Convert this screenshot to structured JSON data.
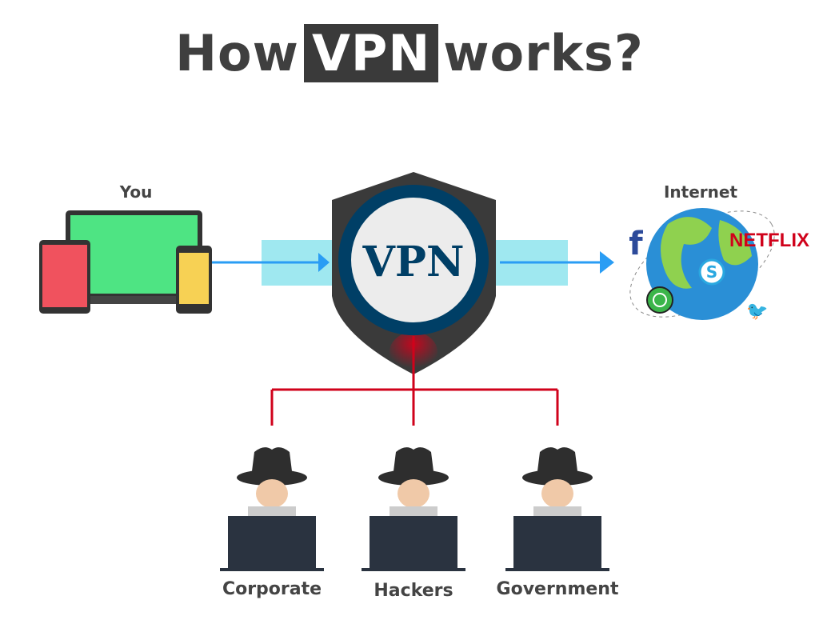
{
  "title": {
    "before": "How",
    "highlight": "VPN",
    "after": "works?"
  },
  "nodes": {
    "you": "You",
    "vpn": "VPN",
    "internet": "Internet"
  },
  "internet_logos": [
    "facebook-icon",
    "netflix-logo",
    "skype-icon",
    "whatsapp-icon",
    "twitter-icon"
  ],
  "netflix_text": "NETFLIX",
  "observers": [
    {
      "label": "Corporate"
    },
    {
      "label": "Hackers"
    },
    {
      "label": "Government"
    }
  ],
  "colors": {
    "title": "#3f3f3f",
    "vpn_ring": "#003f66",
    "shield": "#3a3a3a",
    "tunnel": "#9fe8f0",
    "arrow": "#2a9df4",
    "threat_line": "#d0021b",
    "laptop_screen": "#4ee483",
    "tablet": "#f0525e",
    "phone": "#f7d154"
  }
}
